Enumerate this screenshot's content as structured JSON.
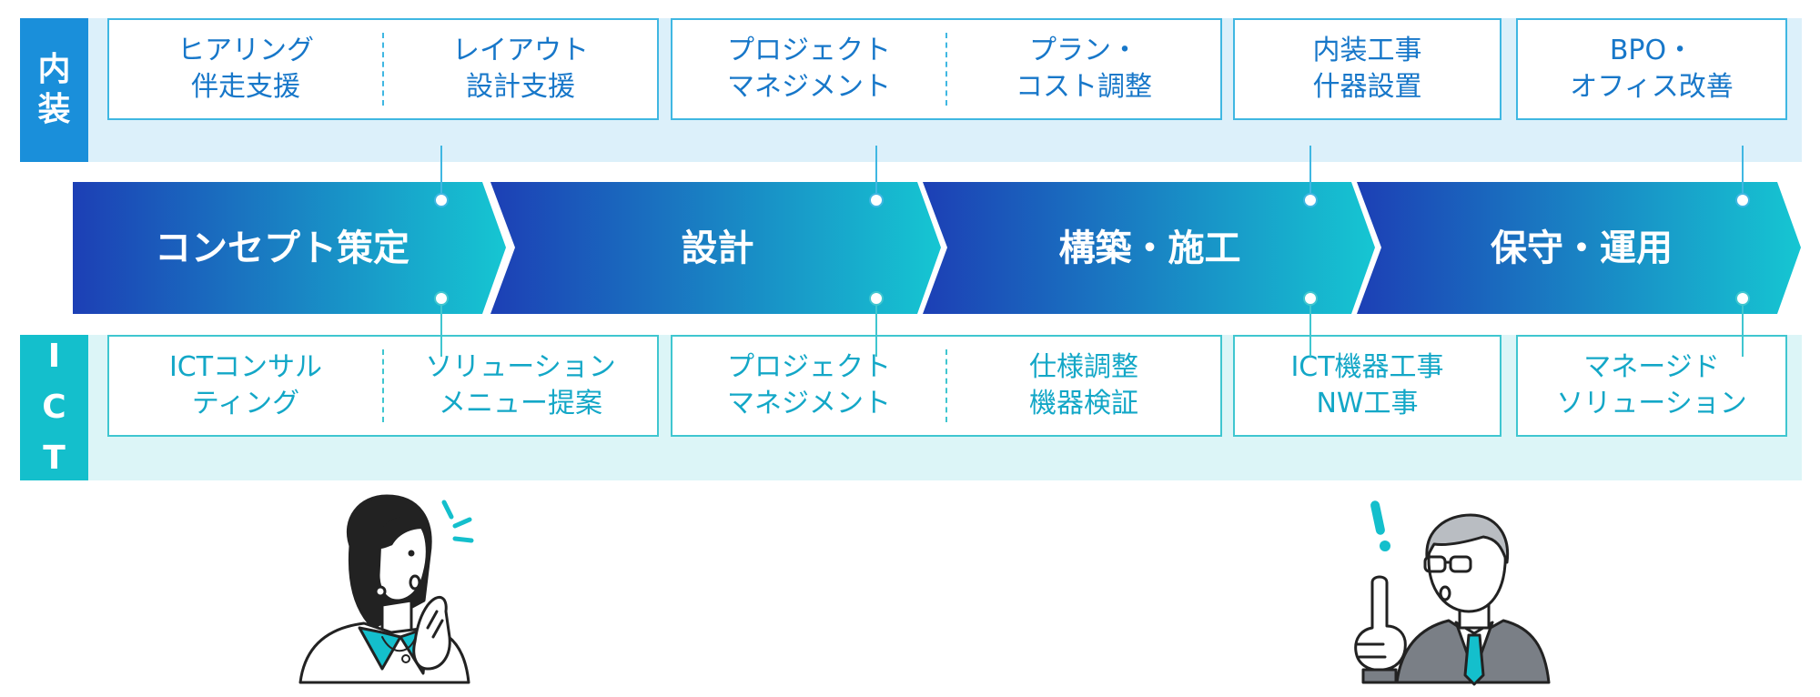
{
  "interior": {
    "label": [
      "内",
      "装"
    ],
    "cards": [
      {
        "cells": [
          [
            "ヒアリング",
            "伴走支援"
          ],
          [
            "レイアウト",
            "設計支援"
          ]
        ]
      },
      {
        "cells": [
          [
            "プロジェクト",
            "マネジメント"
          ],
          [
            "プラン・",
            "コスト調整"
          ]
        ]
      },
      {
        "cells": [
          [
            "内装工事",
            "什器設置"
          ]
        ]
      },
      {
        "cells": [
          [
            "BPO・",
            "オフィス改善"
          ]
        ]
      }
    ]
  },
  "stages": [
    "コンセプト策定",
    "設計",
    "構築・施工",
    "保守・運用"
  ],
  "ict": {
    "label": [
      "I",
      "C",
      "T"
    ],
    "cards": [
      {
        "cells": [
          [
            "ICTコンサル",
            "ティング"
          ],
          [
            "ソリューション",
            "メニュー提案"
          ]
        ]
      },
      {
        "cells": [
          [
            "プロジェクト",
            "マネジメント"
          ],
          [
            "仕様調整",
            "機器検証"
          ]
        ]
      },
      {
        "cells": [
          [
            "ICT機器工事",
            "NW工事"
          ]
        ]
      },
      {
        "cells": [
          [
            "マネージド",
            "ソリューション"
          ]
        ]
      }
    ]
  },
  "colors": {
    "arrow_start": "#1c3fb5",
    "arrow_end": "#16c6d2",
    "interior_accent": "#1a8fda",
    "ict_accent": "#14bfcc"
  },
  "illustrations": [
    "woman-surprised-icon",
    "man-pointing-exclamation-icon"
  ]
}
